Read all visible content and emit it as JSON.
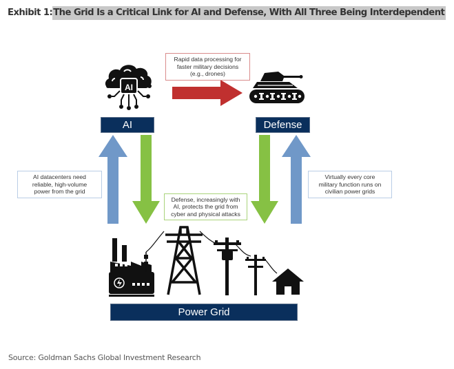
{
  "exhibit": {
    "prefix": "Exhibit 1:",
    "title": "The Grid Is a Critical Link for AI and Defense, With All Three Being Interdependent"
  },
  "nodes": {
    "ai": "AI",
    "defense": "Defense",
    "grid": "Power Grid"
  },
  "notes": {
    "ai_to_defense": [
      "Rapid data processing for",
      "faster military decisions",
      "(e.g., drones)"
    ],
    "grid_to_ai": [
      "AI datacenters need",
      "reliable, high-volume",
      "power from the grid"
    ],
    "defense_to_grid": [
      "Defense, increasingly with",
      "AI, protects the grid from",
      "cyber and physical attacks"
    ],
    "grid_to_defense": [
      "Virtually every core",
      "military function runs on",
      "civilian power grids"
    ]
  },
  "icons": {
    "ai": "ai-brain-circuit-icon",
    "defense": "tank-icon",
    "grid": [
      "power-plant-icon",
      "transmission-tower-icon",
      "utility-pole-icon",
      "house-icon"
    ]
  },
  "colors": {
    "navy": "#0a2f5c",
    "red_arrow": "#c0302f",
    "blue_arrow": "#7098c8",
    "green_arrow": "#86c144"
  },
  "source": "Source: Goldman Sachs Global Investment Research"
}
